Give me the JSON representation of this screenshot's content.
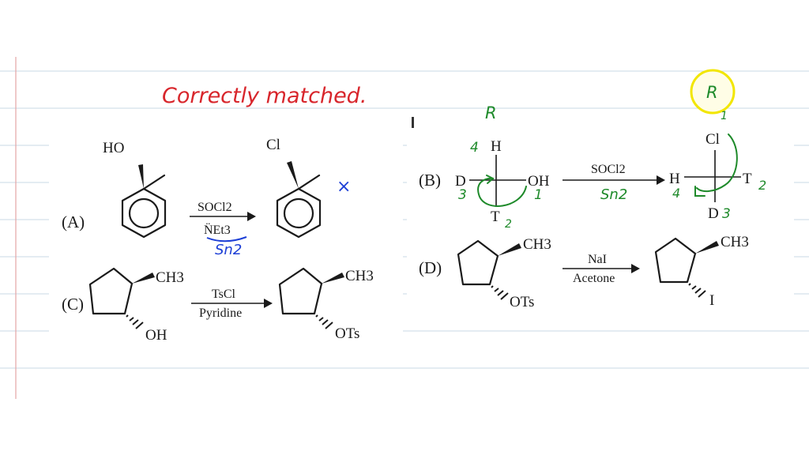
{
  "annotation": {
    "title": "Correctly matched.",
    "cross_mark": "×",
    "r_top_left": "R",
    "r_circled": "R"
  },
  "colors": {
    "red_ink": "#d8262c",
    "green_ink": "#1e8a2a",
    "blue_ink": "#1d3fd6",
    "highlight": "#f2e600",
    "rule_lines": "#c9d8e6",
    "margin_line": "#e4a5a5"
  },
  "reactions": {
    "A": {
      "label": "(A)",
      "reactant_group": "HO",
      "reagent_top": "SOCl2",
      "reagent_bottom": "N̈Et3",
      "mechanism_note": "Sn2",
      "product_group": "Cl"
    },
    "B": {
      "label": "(B)",
      "reactant": {
        "top": "H",
        "left": "D",
        "right": "OH",
        "bottom": "T"
      },
      "reagent_top": "SOCl2",
      "mechanism_note": "Sn2",
      "product": {
        "top": "Cl",
        "left": "H",
        "right": "T",
        "bottom": "D"
      },
      "priorities_reactant": {
        "h": "4",
        "d": "3",
        "oh": "1",
        "t": "2"
      },
      "priorities_product": {
        "cl": "1",
        "h": "4",
        "t": "2",
        "d": "3"
      }
    },
    "C": {
      "label": "(C)",
      "reactant_groups": [
        "CH3",
        "OH"
      ],
      "reagent_top": "TsCl",
      "reagent_bottom": "Pyridine",
      "product_groups": [
        "CH3",
        "OTs"
      ]
    },
    "D": {
      "label": "(D)",
      "reactant_groups": [
        "CH3",
        "OTs"
      ],
      "reagent_top": "NaI",
      "reagent_bottom": "Acetone",
      "product_groups": [
        "CH3",
        "I"
      ]
    }
  }
}
